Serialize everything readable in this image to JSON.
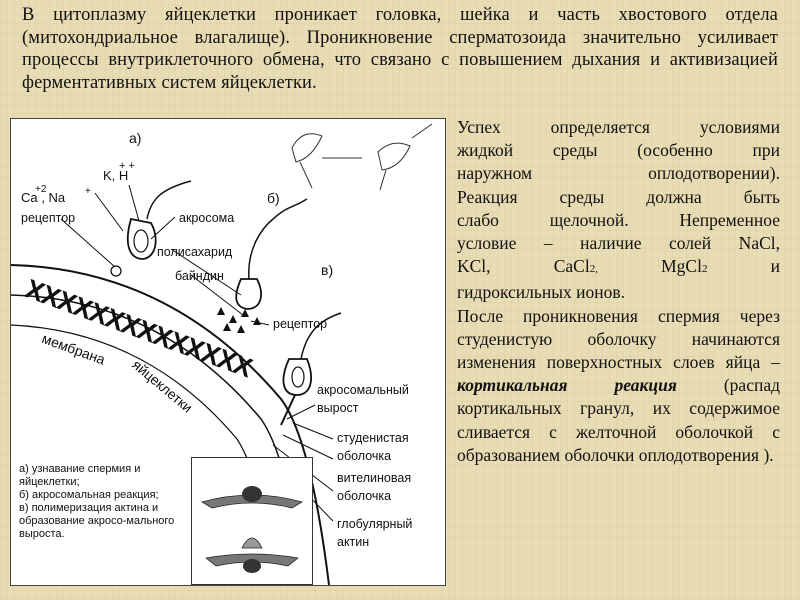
{
  "top_paragraph": "В цитоплазму яйцеклетки проникает головка, шейка и часть хвостового отдела (митохондриальное влагалище). Проникновение сперматозоида значительно усиливает процессы внутриклеточного обмена, что связано с повышением дыхания и активизацией ферментативных систем яйцеклетки.",
  "figure": {
    "stage_a": "а)",
    "stage_b": "б)",
    "stage_c": "в)",
    "ions_1": "K, H",
    "ions_1_sup": "+ +",
    "ions_2": "Ca   , Na",
    "ions_2_sup": "+2",
    "ions_2_sup2": "+",
    "receptor_label": "рецептор",
    "acrosome_label": "акросома",
    "polysaccharide_label": "полисахарид",
    "bindin_label": "байндин",
    "receptor2_label": "рецептор",
    "membrane_label": "мембрана",
    "egg_label": "яйцеклетки",
    "x_row": "XXXXXXXXXXXXXX",
    "acrosomal_process": "акросомальный",
    "acrosomal_process_2": "вырост",
    "jelly_coat_1": "студенистая",
    "jelly_coat_2": "оболочка",
    "vitelline_1": "вителиновая",
    "vitelline_2": "оболочка",
    "globular_1": "глобулярный",
    "globular_2": "актин",
    "caption_a": "а) узнавание спермия и яйцеклетки;",
    "caption_b": "б) акросомальная реакция;",
    "caption_c": "в) полимеризация актина и образование акросо-мального выроста."
  },
  "right": {
    "p1_lines": [
      "Успех определяется условиями",
      "жидкой среды (особенно при",
      "наружном оплодотворении).",
      "Реакция среды должна быть",
      "слабо щелочной. Непременное",
      "условие – наличие солей NaCl,"
    ],
    "p1_salts_kcl": "KCl,",
    "p1_salts_cacl": "CaCl",
    "p1_salts_cacl_sub": "2,",
    "p1_salts_mgcl": "MgCl",
    "p1_salts_mgcl_sub": "2",
    "p1_salts_and": "и",
    "p1_last": "гидроксильных ионов.",
    "p2_start": "После проникновения спермия через студенистую оболочку начинаются изменения поверхностных слоев яйца –",
    "p2_bold": "кортикальная реакция",
    "p2_end": "(распад кортикальных гранул, их содержимое сливается с желточной оболочкой с образованием оболочки оплодотворения )."
  }
}
